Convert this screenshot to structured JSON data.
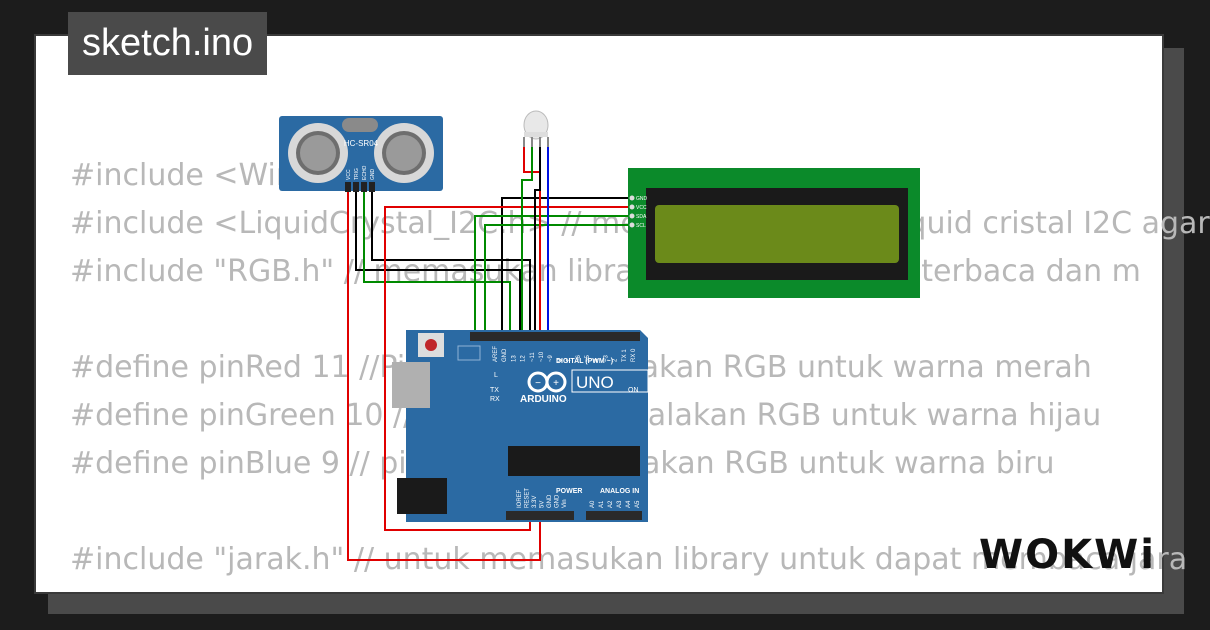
{
  "title": "sketch.ino",
  "code_lines": [
    "#include <Wire.h>",
    "#include <LiquidCrystal_I2C.h> // memasukan library liquid cristal I2C agar",
    "#include \"RGB.h\" // memasukan library RGB agar dapat terbaca dan m",
    "",
    "#define pinRed 11 //Pin untuk menyalakan RGB untuk warna merah",
    "#define pinGreen 10 //Pin untuk menyalakan RGB untuk warna hijau",
    "#define pinBlue 9 // pin untuk menyalakan RGB untuk warna biru",
    "",
    "#include \"jarak.h\" // untuk memasukan library untuk dapat membaca jara"
  ],
  "sensor": {
    "label": "HC-SR04",
    "pins": [
      "VCC",
      "TRIG",
      "ECHO",
      "GND"
    ]
  },
  "lcd": {
    "pins": [
      "GND",
      "VCC",
      "SDA",
      "SCL"
    ]
  },
  "arduino": {
    "brand": "ARDUINO",
    "model": "UNO",
    "digital_label": "DIGITAL (PWM ~)",
    "power_label": "POWER",
    "analog_label": "ANALOG IN",
    "digital_pins": [
      "AREF",
      "GND",
      "13",
      "12",
      "~11",
      "~10",
      "~9",
      "8",
      "7",
      "~6",
      "~5",
      "4",
      "~3",
      "2",
      "TX 1",
      "RX 0"
    ],
    "power_pins": [
      "IOREF",
      "RESET",
      "3.3V",
      "5V",
      "GND",
      "GND",
      "Vin"
    ],
    "analog_pins": [
      "A0",
      "A1",
      "A2",
      "A3",
      "A4",
      "A5"
    ],
    "leds": [
      "L",
      "TX",
      "RX",
      "ON"
    ]
  },
  "watermark": "WOKWi",
  "colors": {
    "background": "#1c1c1c",
    "card": "#ffffff",
    "code_text": "#b8b8b8",
    "board": "#2b6aa3",
    "lcd_pcb": "#0b8a2a",
    "lcd_screen": "#6b8a1a",
    "wire_red": "#e00000",
    "wire_green": "#008a00",
    "wire_black": "#000000",
    "wire_blue": "#0010e0"
  }
}
